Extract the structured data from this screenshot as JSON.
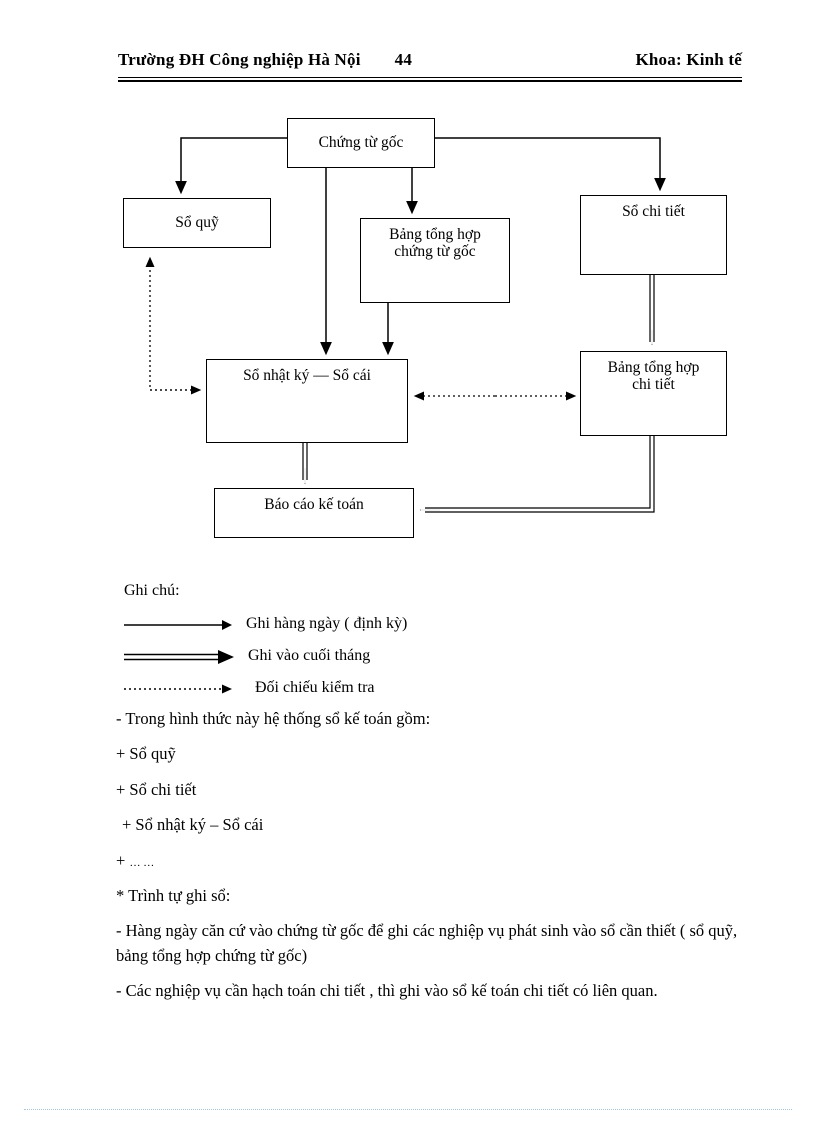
{
  "header": {
    "left": "Trường ĐH Công nghiệp Hà Nội",
    "page_number": "44",
    "right": "Khoa: Kinh tế"
  },
  "diagram": {
    "nodes": {
      "chung_tu_goc": "Chứng từ gốc",
      "so_quy": "Sổ quỹ",
      "bang_tong_hop_chung_tu_goc": "Bảng tổng hợp\nchứng từ gốc",
      "so_chi_tiet": "Sổ chi tiết",
      "so_nhat_ky_so_cai": "Sổ nhật ký — Sổ cái",
      "bang_tong_hop_chi_tiet": "Bảng tổng hợp\nchi tiết",
      "bao_cao_ke_toan": "Báo cáo kế toán"
    }
  },
  "legend": {
    "title": "Ghi chú:",
    "items": [
      {
        "style": "solid-arrow",
        "label": "Ghi hàng ngày ( định kỳ)"
      },
      {
        "style": "double-arrow",
        "label": "Ghi vào cuối tháng"
      },
      {
        "style": "dotted-arrow",
        "label": "Đối chiếu kiểm tra"
      }
    ]
  },
  "body": {
    "line1": "- Trong hình thức này hệ thống sổ kế toán gồm:",
    "line2": "+ Sổ quỹ",
    "line3": "+ Sổ chi tiết",
    "line4": "+ Sổ nhật ký – Sổ cái",
    "line5_prefix": "+ ",
    "line5_dots": "… …",
    "line6": "* Trình tự ghi sổ:",
    "line7": "- Hàng ngày căn cứ vào chứng từ gốc để ghi các nghiệp vụ phát sinh vào sổ cần thiết ( sổ quỹ, bảng tổng hợp chứng từ gốc)",
    "line8": "- Các nghiệp vụ cần hạch toán chi tiết , thì ghi vào sổ kế toán chi tiết có liên quan."
  },
  "colors": {
    "ink": "#000000",
    "paper": "#ffffff",
    "footer_rule": "#9fc8e8"
  }
}
